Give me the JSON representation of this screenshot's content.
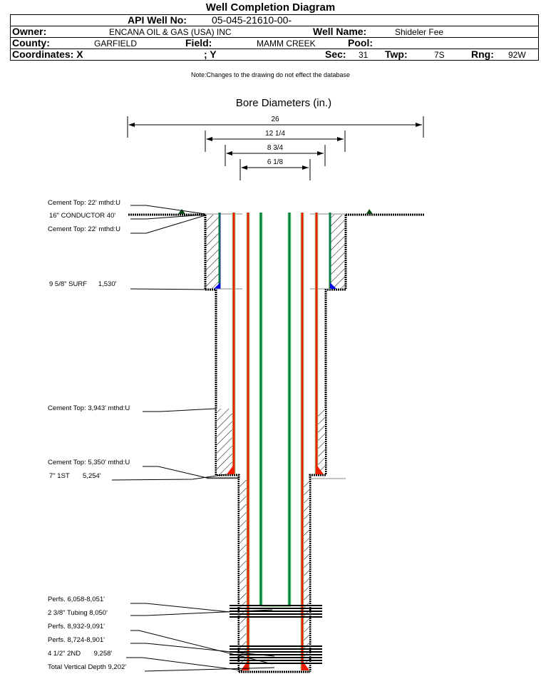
{
  "header": {
    "title": "Well Completion Diagram",
    "api_label": "API Well No:",
    "api_value": "05-045-21610-00-",
    "owner_label": "Owner:",
    "owner_value": "ENCANA OIL & GAS (USA) INC",
    "well_name_label": "Well Name:",
    "well_name_value": "Shideler Fee",
    "county_label": "County:",
    "county_value": "GARFIELD",
    "field_label": "Field:",
    "field_value": "MAMM CREEK",
    "pool_label": "Pool:",
    "pool_value": "",
    "coords_label": "Coordinates: X",
    "coords_y_label": "; Y",
    "sec_label": "Sec:",
    "sec_value": "31",
    "twp_label": "Twp:",
    "twp_value": "7S",
    "rng_label": "Rng:",
    "rng_value": "92W",
    "note": "Note:Changes to the drawing do not effect the database"
  },
  "bore_diameters": {
    "title": "Bore Diameters (in.)",
    "items": [
      {
        "label": "26"
      },
      {
        "label": "12 1/4"
      },
      {
        "label": "8 3/4"
      },
      {
        "label": "6 1/8"
      }
    ]
  },
  "annotations": [
    {
      "id": "cement-top-1",
      "text": "Cement Top: 22' mthd:U"
    },
    {
      "id": "conductor",
      "text": "16\" CONDUCTOR  40'"
    },
    {
      "id": "cement-top-2",
      "text": "Cement Top: 22' mthd:U"
    },
    {
      "id": "surface-casing",
      "text": "9 5/8\" SURF      1,530'"
    },
    {
      "id": "cement-top-3",
      "text": "Cement Top: 3,943' mthd:U"
    },
    {
      "id": "cement-top-4",
      "text": "Cement Top: 5,350' mthd:U"
    },
    {
      "id": "first-casing",
      "text": "7\" 1ST       5,254'"
    },
    {
      "id": "perfs-1",
      "text": "Perfs. 6,058-8,051'"
    },
    {
      "id": "tubing",
      "text": "2 3/8\" Tubing 8,050'"
    },
    {
      "id": "perfs-2",
      "text": "Perfs. 8,932-9,091'"
    },
    {
      "id": "perfs-3",
      "text": "Perfs. 8,724-8,901'"
    },
    {
      "id": "second-casing",
      "text": "4 1/2\" 2ND       9,258'"
    },
    {
      "id": "tvd",
      "text": "Total Vertical Depth 9,202'"
    }
  ],
  "colors": {
    "casing_red": "#ee1c00",
    "casing_green": "#008040",
    "conductor_blue": "#0000ee",
    "cement_hatch": "#000000",
    "leader": "#000000"
  }
}
